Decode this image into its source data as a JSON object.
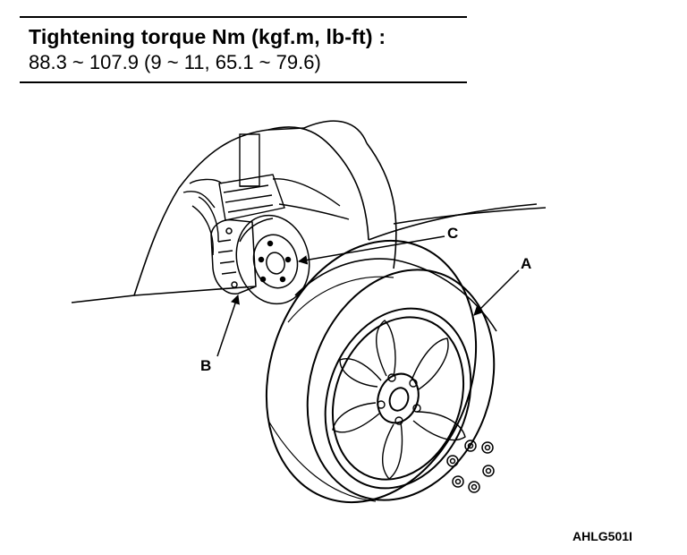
{
  "spec": {
    "title": "Tightening torque Nm (kgf.m, lb-ft) :",
    "value": "88.3 ~ 107.9 (9 ~ 11, 65.1 ~ 79.6)"
  },
  "callouts": {
    "a": "A",
    "b": "B",
    "c": "C"
  },
  "figure_code": "AHLG501I"
}
